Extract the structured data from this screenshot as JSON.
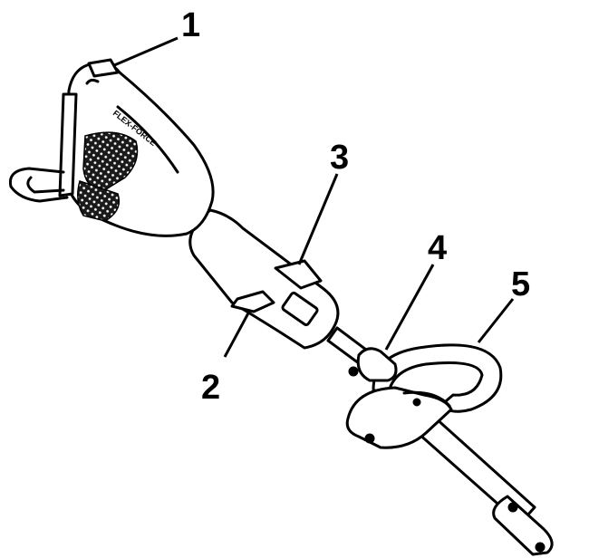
{
  "callouts": [
    {
      "number": "1",
      "part": "power-head-top"
    },
    {
      "number": "2",
      "part": "trigger"
    },
    {
      "number": "3",
      "part": "lock-off-button"
    },
    {
      "number": "4",
      "part": "shaft-coupler"
    },
    {
      "number": "5",
      "part": "guard-handle"
    }
  ],
  "housing_label": "FLEX-FORCE",
  "colors": {
    "line": "#000000",
    "fill": "#ffffff",
    "vent": "#1a1a1a"
  }
}
